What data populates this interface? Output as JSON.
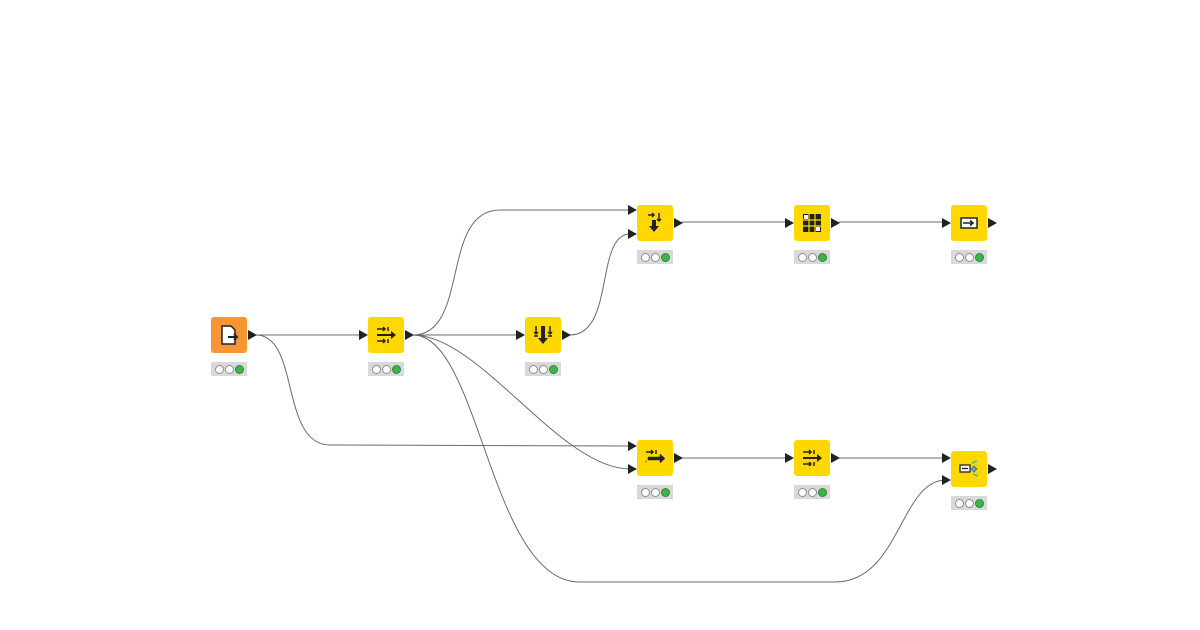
{
  "workflow": {
    "nodes": [
      {
        "id": "n1",
        "kind": "source",
        "icon": "file-reader-icon",
        "status": "executed"
      },
      {
        "id": "n2",
        "kind": "manipulator",
        "icon": "column-filter-icon",
        "status": "executed"
      },
      {
        "id": "n3",
        "kind": "manipulator",
        "icon": "row-sorter-icon",
        "status": "executed"
      },
      {
        "id": "n4",
        "kind": "manipulator",
        "icon": "joiner-icon",
        "status": "executed"
      },
      {
        "id": "n5",
        "kind": "manipulator",
        "icon": "pivot-table-icon",
        "status": "executed"
      },
      {
        "id": "n6",
        "kind": "manipulator",
        "icon": "table-output-icon",
        "status": "executed"
      },
      {
        "id": "n7",
        "kind": "manipulator",
        "icon": "column-append-icon",
        "status": "executed"
      },
      {
        "id": "n8",
        "kind": "manipulator",
        "icon": "column-filter-icon",
        "status": "executed"
      },
      {
        "id": "n9",
        "kind": "manipulator",
        "icon": "string-manipulation-icon",
        "status": "executed"
      }
    ],
    "colors": {
      "source": "#f79433",
      "manipulator": "#ffd800",
      "edge": "#6b6b6b",
      "status_ok": "#3cb44b"
    }
  }
}
